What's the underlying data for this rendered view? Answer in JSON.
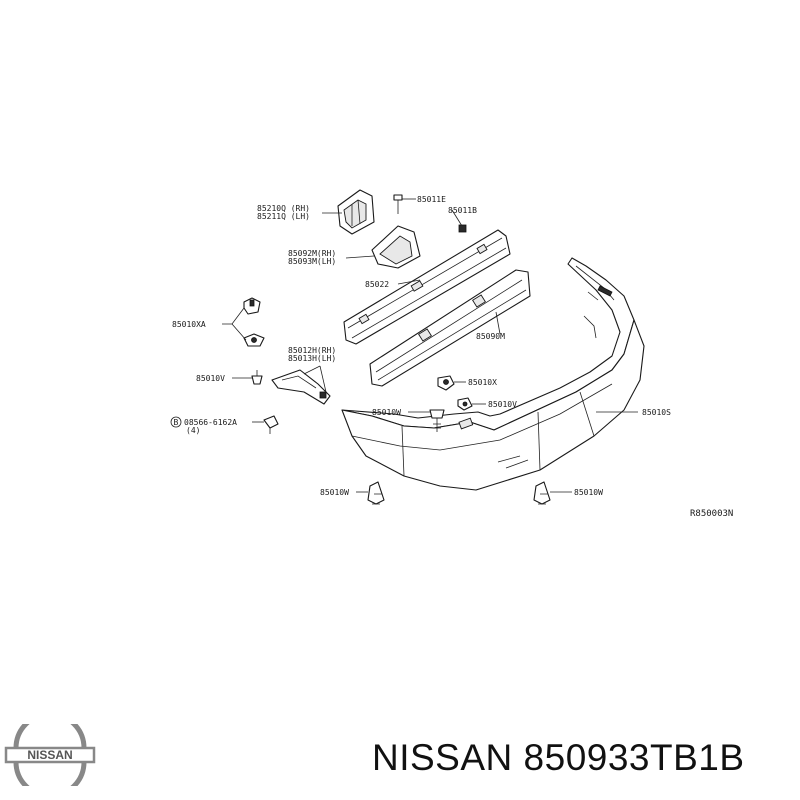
{
  "diagram": {
    "ref_code": "R850003N",
    "labels": {
      "p85210Q": "85210Q (RH)",
      "p85211Q": "85211Q (LH)",
      "p85011E": "85011E",
      "p85011B": "85011B",
      "p85092M": "85092M(RH)",
      "p85093M": "85093M(LH)",
      "p85022": "85022",
      "p85010XA": "85010XA",
      "p85012H": "85012H(RH)",
      "p85013H": "85013H(LH)",
      "p85090M": "85090M",
      "p85010V_left": "85010V",
      "p85010X": "85010X",
      "p85010W_mid": "85010W",
      "p85010V_mid": "85010V",
      "p85010S": "85010S",
      "p08566": "08566-6162A",
      "p08566_qty": "(4)",
      "p85010W_bl": "85010W",
      "p85010W_br": "85010W",
      "circle_b": "B"
    }
  },
  "footer": {
    "brand_line": "NISSAN 850933TB1B",
    "logo_text": "NISSAN"
  }
}
